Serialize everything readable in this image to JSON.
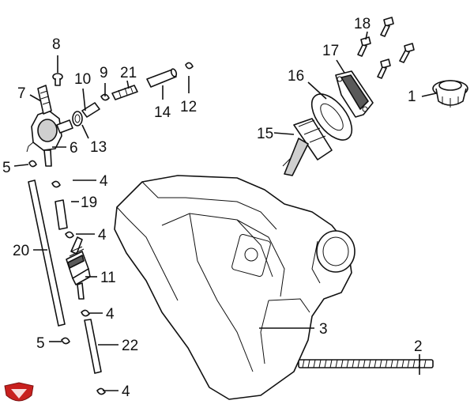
{
  "diagram": {
    "callouts": {
      "c1": "1",
      "c2": "2",
      "c3": "3",
      "c4a": "4",
      "c4b": "4",
      "c4c": "4",
      "c4d": "4",
      "c5a": "5",
      "c5b": "5",
      "c6": "6",
      "c7": "7",
      "c8": "8",
      "c9": "9",
      "c10": "10",
      "c11": "11",
      "c12": "12",
      "c13": "13",
      "c14": "14",
      "c15": "15",
      "c16": "16",
      "c17": "17",
      "c18": "18",
      "c19": "19",
      "c20": "20",
      "c21": "21",
      "c22": "22"
    }
  },
  "icons": {
    "logo": "shield-logo-icon"
  },
  "colors": {
    "logo_red": "#c8201e",
    "line": "#111111"
  }
}
